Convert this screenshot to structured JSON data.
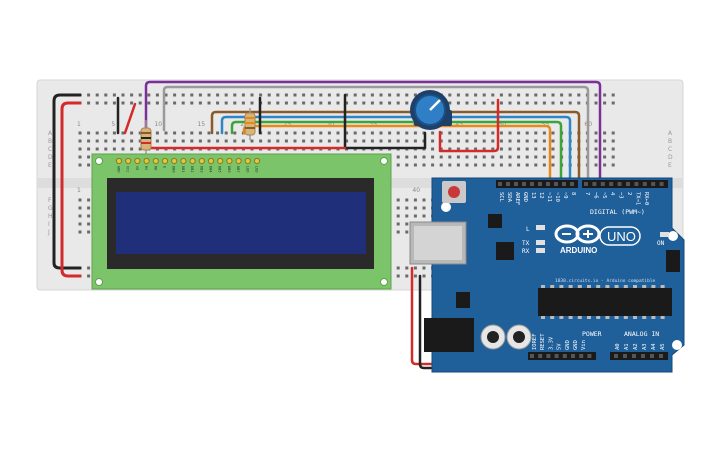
{
  "breadboard": {
    "col_labels": [
      "1",
      "5",
      "10",
      "15",
      "20",
      "25",
      "30",
      "35",
      "40",
      "45",
      "50",
      "55",
      "60"
    ],
    "row_labels_top": [
      "A",
      "B",
      "C",
      "D",
      "E"
    ],
    "row_labels_bottom": [
      "F",
      "G",
      "H",
      "I",
      "J"
    ]
  },
  "lcd": {
    "pin_labels": [
      "GND",
      "VCC",
      "V0",
      "RS",
      "RW",
      "E",
      "DB0",
      "DB1",
      "DB2",
      "DB3",
      "DB4",
      "DB5",
      "DB6",
      "DB7",
      "LED",
      "LED"
    ]
  },
  "arduino": {
    "brand": "ARDUINO",
    "model": "UNO",
    "on_label": "ON",
    "tx_label": "TX",
    "rx_label": "RX",
    "l_label": "L",
    "digital_label": "DIGITAL (PWM~)",
    "analog_label": "ANALOG IN",
    "power_label": "POWER",
    "chip_text": "1830.circuits.io - Arduino compatible",
    "top_pins": [
      "SCL",
      "SDA",
      "AREF",
      "GND",
      "13",
      "12",
      "~11",
      "~10",
      "~9",
      "8",
      "7",
      "~6",
      "~5",
      "4",
      "~3",
      "2",
      "TX→1",
      "RX←0"
    ],
    "power_pins": [
      "IOREF",
      "RESET",
      "3.3V",
      "5V",
      "GND",
      "GND",
      "Vin"
    ],
    "analog_pins": [
      "A0",
      "A1",
      "A2",
      "A3",
      "A4",
      "A5"
    ]
  },
  "colors": {
    "board_blue": "#1f5f9a",
    "lcd_green": "#7cc46a",
    "lcd_screen": "#1f2f7a",
    "breadboard": "#e9e9e9",
    "wire_red": "#d42a2a",
    "wire_black": "#222222",
    "wire_purple": "#7b2f99",
    "wire_gray": "#9a9a9a",
    "wire_orange": "#e58a1c",
    "wire_brown": "#8a5a2b",
    "wire_blue": "#2d86c8",
    "wire_green": "#3aa63a"
  }
}
